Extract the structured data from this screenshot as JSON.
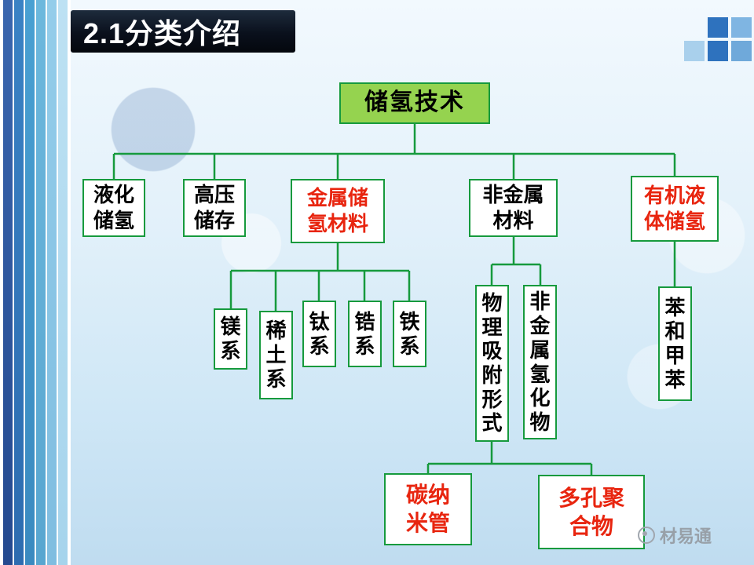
{
  "slide": {
    "title": "2.1分类介绍",
    "watermark": {
      "text": "材易通",
      "logo": "swirl-icon"
    }
  },
  "colors": {
    "line_green": "#169a3d",
    "root_fill": "#95d34f",
    "highlight_red": "#e8250f",
    "banner_bg": "#0a101c",
    "banner_text": "#ffffff",
    "background_top": "#f2f9fe",
    "background_bottom": "#bfdcf0"
  },
  "tree": {
    "root": {
      "label": "储氢技术"
    },
    "level2": [
      {
        "label": "液化储氢",
        "emphasis": "black"
      },
      {
        "label": "高压储存",
        "emphasis": "black"
      },
      {
        "label": "金属储氢材料",
        "emphasis": "red"
      },
      {
        "label": "非金属材料",
        "emphasis": "black"
      },
      {
        "label": "有机液体储氢",
        "emphasis": "red"
      }
    ],
    "metal_children": [
      {
        "label": "镁系"
      },
      {
        "label": "稀土系"
      },
      {
        "label": "钛系"
      },
      {
        "label": "锆系"
      },
      {
        "label": "铁系"
      }
    ],
    "nonmetal_children": [
      {
        "label": "物理吸附形式"
      },
      {
        "label": "非金属氢化物"
      }
    ],
    "organic_children": [
      {
        "label": "苯和甲苯"
      }
    ],
    "physical_adsorption_children": [
      {
        "label": "碳纳米管",
        "emphasis": "red"
      },
      {
        "label": "多孔聚合物",
        "emphasis": "red"
      }
    ]
  }
}
